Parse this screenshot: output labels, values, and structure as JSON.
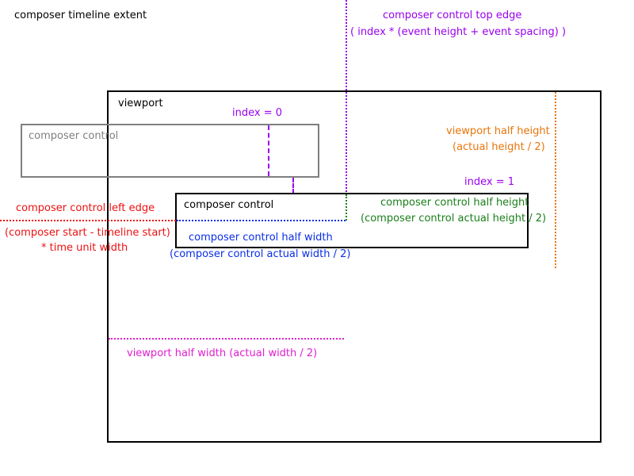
{
  "labels": {
    "timeline_extent": "composer timeline extent",
    "top_edge_title": "composer control top edge",
    "top_edge_formula": "( index * (event height + event spacing) )",
    "viewport": "viewport",
    "index0": "index = 0",
    "ghost_control": "composer control",
    "viewport_half_height": "viewport half height",
    "viewport_half_height_formula": "(actual height / 2)",
    "index1": "index = 1",
    "active_control": "composer control",
    "control_half_height": "composer control half height",
    "control_half_height_formula": "(composer control actual height / 2)",
    "left_edge_title": "composer control left edge",
    "left_edge_formula_1": "(composer start - timeline start)",
    "left_edge_formula_2": "* time unit width",
    "control_half_width": "composer control half width",
    "control_half_width_formula": "(composer control actual  width  / 2)",
    "viewport_half_width": "viewport half width (actual width / 2)"
  },
  "colors": {
    "black": "#000000",
    "gray": "#7f7f7f",
    "purple": "#9900ee",
    "orange": "#e8750a",
    "green": "#1a7f1a",
    "red": "#ee1111",
    "blue": "#0a2ee8",
    "pink": "#e01fd0"
  }
}
